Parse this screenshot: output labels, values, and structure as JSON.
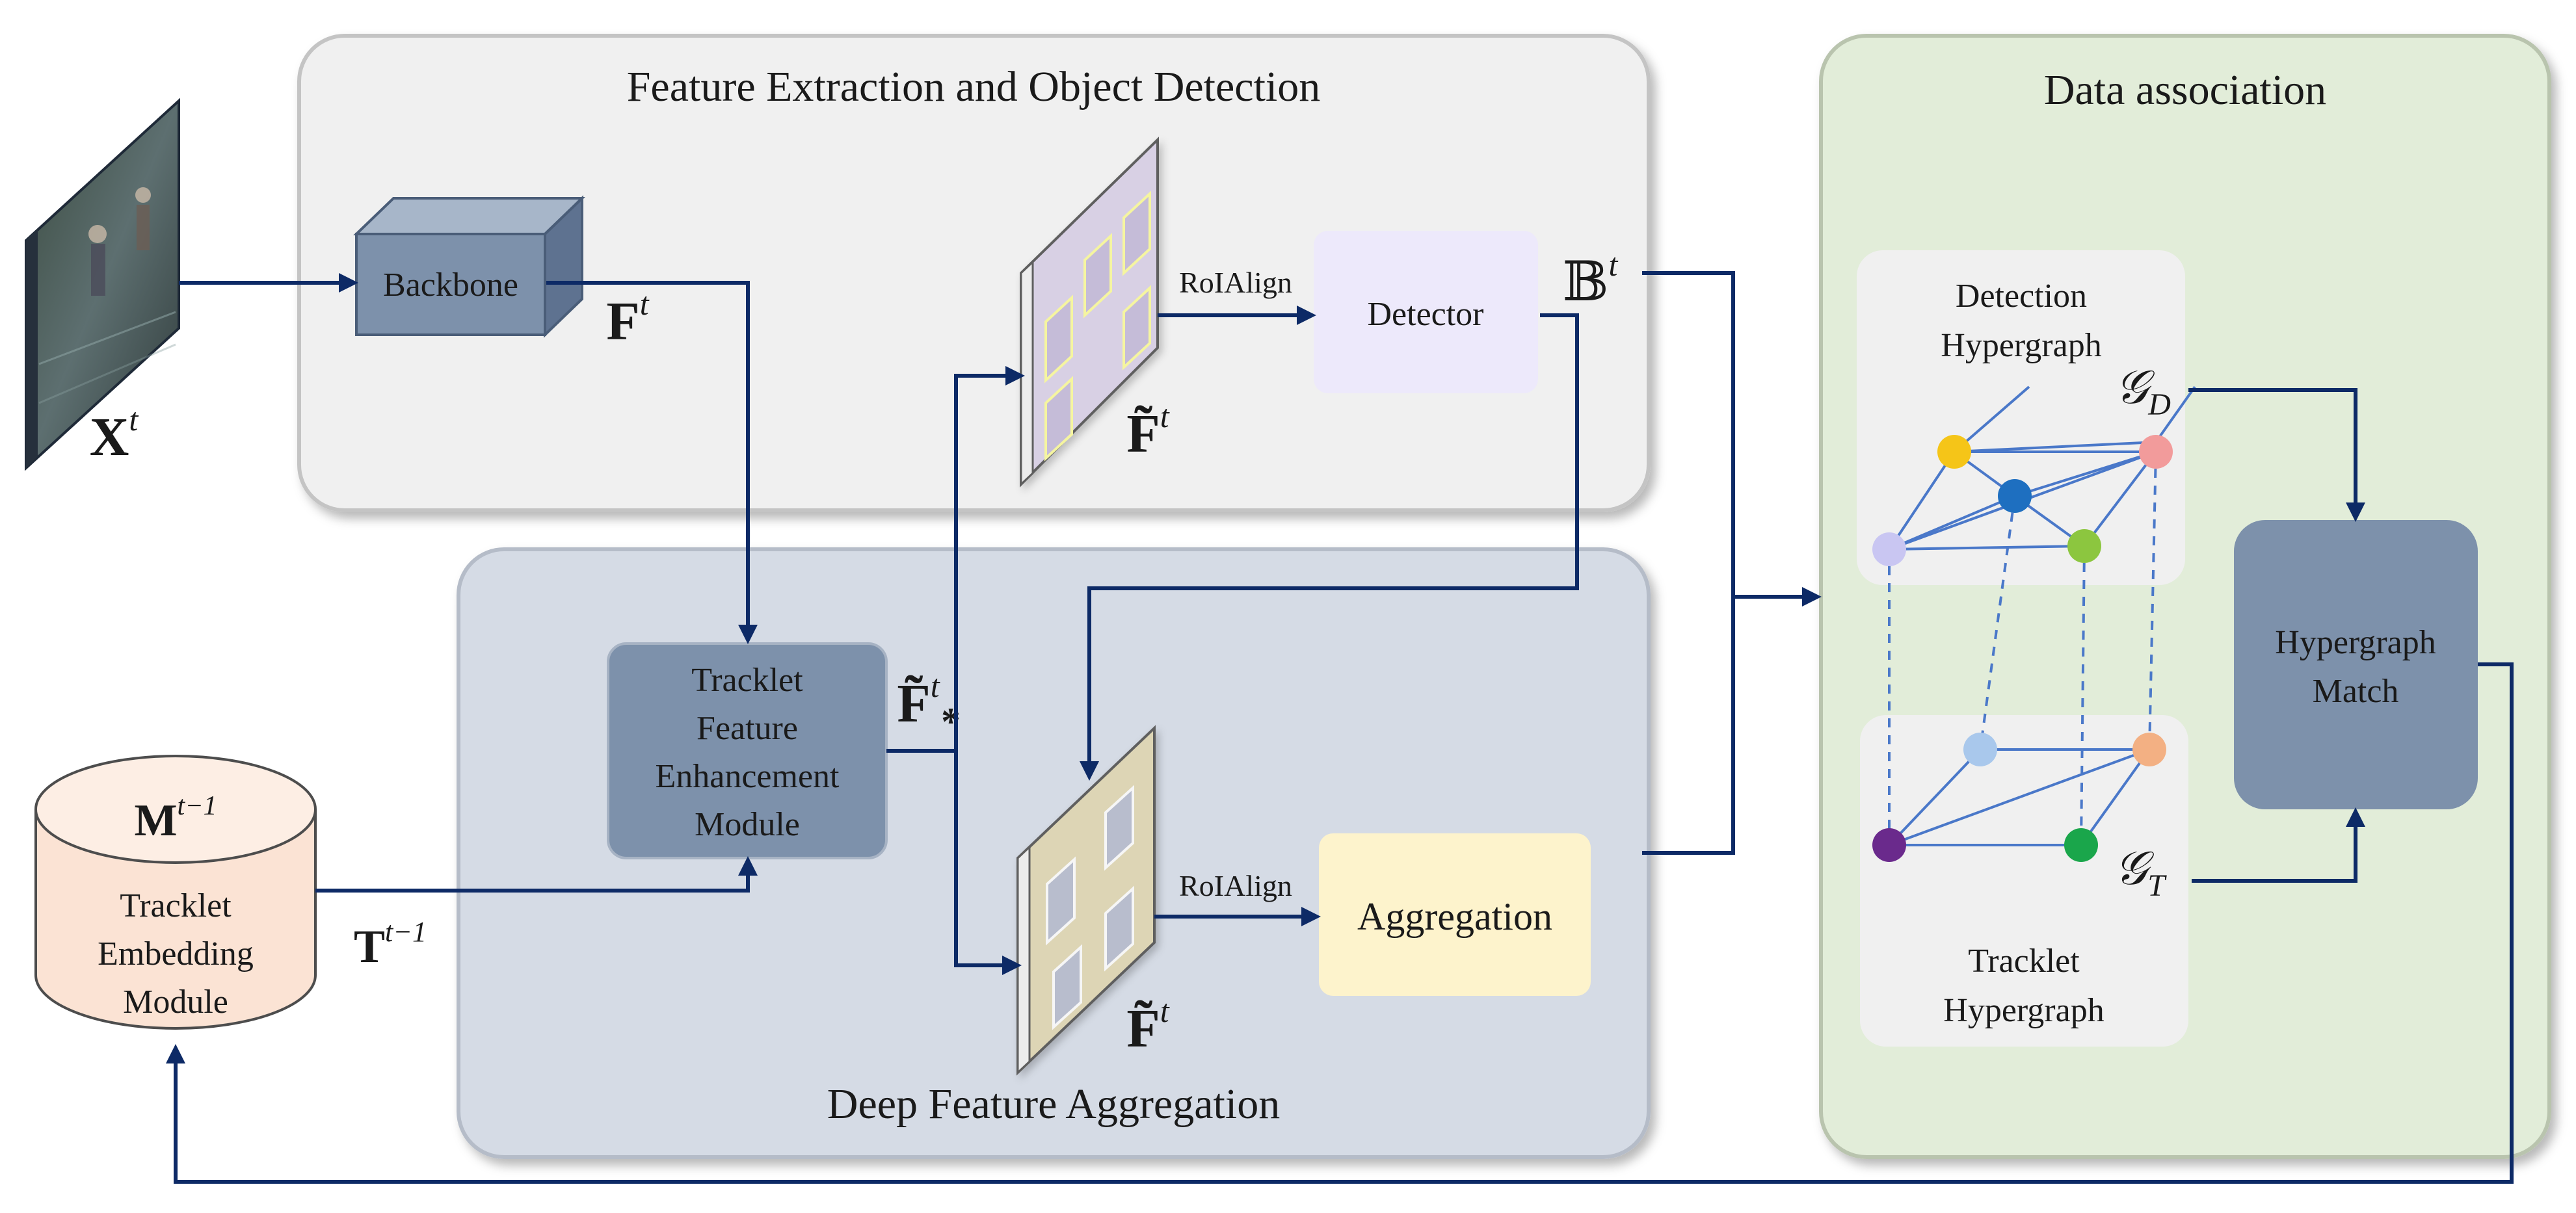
{
  "panels": {
    "feature_extraction": "Feature Extraction and Object Detection",
    "deep_feature": "Deep Feature Aggregation",
    "data_association": "Data association"
  },
  "modules": {
    "backbone": "Backbone",
    "detector": "Detector",
    "aggregation": "Aggregation",
    "tfem_lines": [
      "Tracklet",
      "Feature",
      "Enhancement",
      "Module"
    ],
    "tracklet_embedding_lines": [
      "Tracklet",
      "Embedding",
      "Module"
    ],
    "hypergraph_match_lines": [
      "Hypergraph",
      "Match"
    ]
  },
  "labels": {
    "roialign_top": "RoIAlign",
    "roialign_bottom": "RoIAlign",
    "detection_hypergraph_lines": [
      "Detection",
      "Hypergraph"
    ],
    "tracklet_hypergraph_lines": [
      "Tracklet",
      "Hypergraph"
    ]
  },
  "symbols": {
    "x_t": {
      "base": "X",
      "sup": "t"
    },
    "f_t": {
      "base": "F",
      "sup": "t"
    },
    "f_tilde_top": {
      "base": "F̃",
      "sup": "t"
    },
    "f_tilde_star": {
      "base": "F̃",
      "sup": "t",
      "sub": "*"
    },
    "f_tilde_bottom": {
      "base": "F̃",
      "sup": "t"
    },
    "b_t": {
      "base": "𝔹",
      "sup": "t"
    },
    "m_t1": {
      "base": "M",
      "sup": "t−1"
    },
    "t_t1": {
      "base": "T",
      "sup": "t−1"
    },
    "g_d": {
      "base": "𝒢",
      "sub": "D"
    },
    "g_t": {
      "base": "𝒢",
      "sub": "T"
    }
  },
  "colors": {
    "flow_arrow": "#0d2a66",
    "panel_top": "#f0f0f0",
    "panel_deep": "#d5dbe5",
    "panel_assoc": "#e2edd9",
    "backbone": "#7d91ab",
    "tfem": "#7d91ab",
    "detector": "#ede9fb",
    "aggregation": "#fdf3cc",
    "hypergraph_match": "#7d91ab",
    "tracklet_embedding": "#fbe3d4",
    "feature_map_top": "#d8d0e4",
    "feature_map_bottom": "#ddd5b5",
    "hyperedge": "#4a78c9"
  },
  "nodes": {
    "detection": [
      "#f5c518",
      "#f29b9b",
      "#1e6fc0",
      "#c9c6f2",
      "#8cc63f"
    ],
    "tracklet": [
      "#a9c8ec",
      "#f3b083",
      "#6a2a8c",
      "#1aa64b"
    ]
  }
}
